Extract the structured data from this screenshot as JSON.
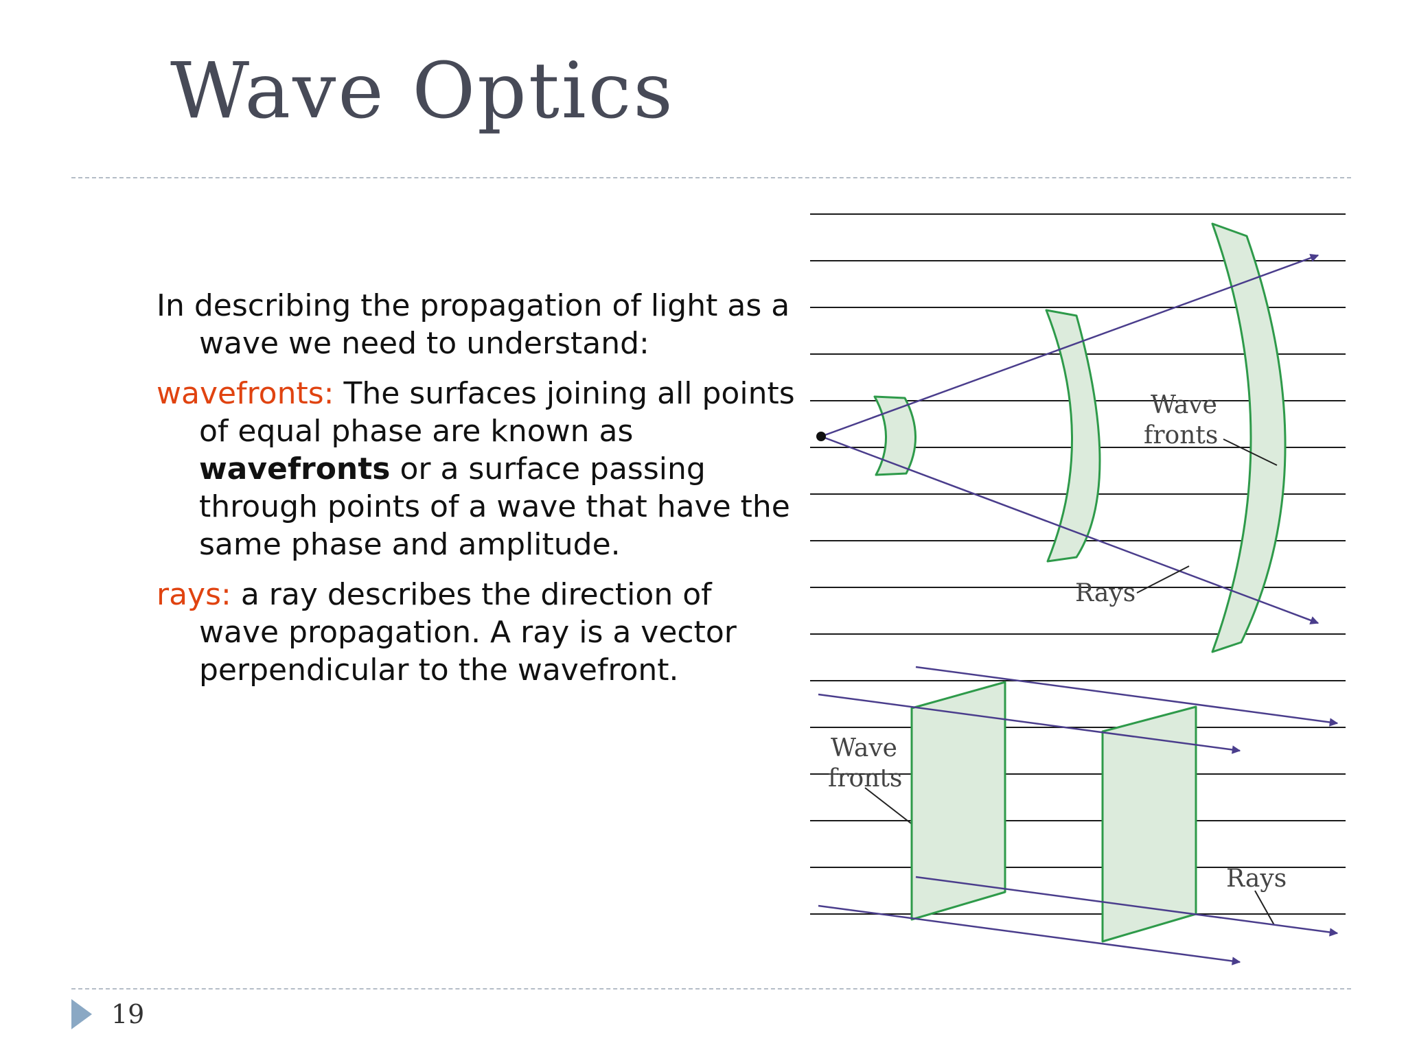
{
  "title": "Wave Optics",
  "body": {
    "intro": "In describing the propagation of light as a wave we need to understand:",
    "wavefronts": {
      "term": "wavefronts:",
      "text_1": " The surfaces joining all points of equal phase are known as ",
      "bold": "wavefronts",
      "text_2": " or a surface passing through points of a wave that have the same phase and amplitude."
    },
    "rays": {
      "term": "rays:",
      "text": " a ray describes the direction of wave propagation.  A ray is a vector perpendicular to the wavefront."
    }
  },
  "diagram": {
    "spherical": {
      "wavefronts_label_1": "Wave",
      "wavefronts_label_2": "fronts",
      "rays_label": "Rays"
    },
    "plane": {
      "wavefronts_label_1": "Wave",
      "wavefronts_label_2": "fronts",
      "rays_label": "Rays"
    }
  },
  "footer": {
    "slide_number": "19",
    "nav_icon": "triangle-right-icon"
  },
  "colors": {
    "title": "#474a57",
    "term": "#e04310",
    "wavefront_fill": "#dcebdc",
    "wavefront_stroke": "#2e9a4a",
    "ray": "#4a3d8c",
    "nav_icon": "#8aa8c4"
  }
}
